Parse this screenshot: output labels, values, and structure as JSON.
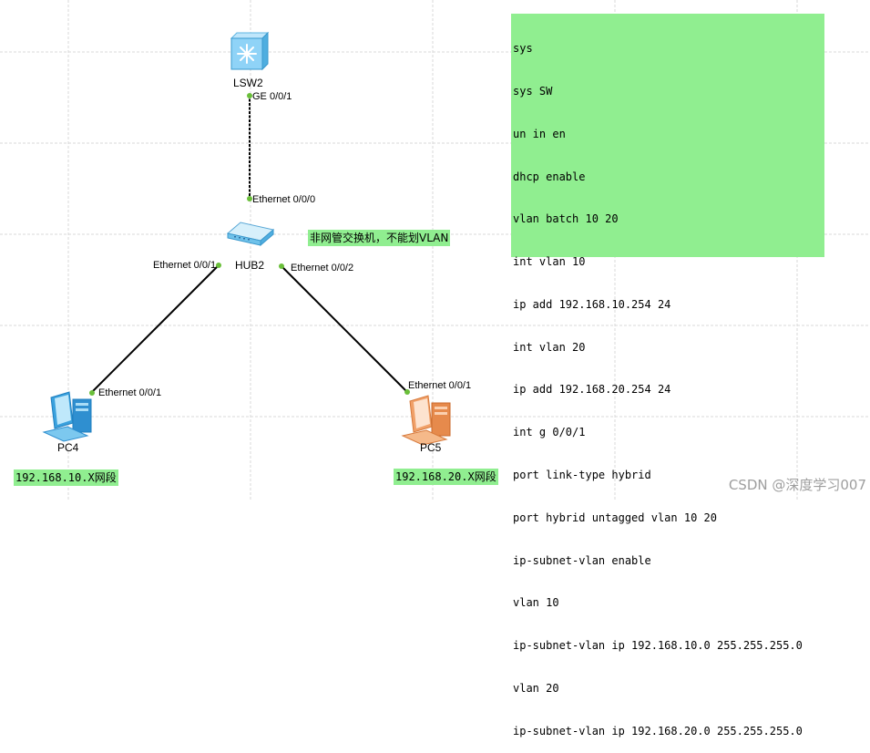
{
  "devices": {
    "switch": {
      "name": "LSW2",
      "port": "GE 0/0/1"
    },
    "hub": {
      "name": "HUB2",
      "port_up": "Ethernet 0/0/0",
      "port_left": "Ethernet 0/0/1",
      "port_right": "Ethernet 0/0/2"
    },
    "pc4": {
      "name": "PC4",
      "port": "Ethernet 0/0/1",
      "network": "192.168.10.X网段"
    },
    "pc5": {
      "name": "PC5",
      "port": "Ethernet 0/0/1",
      "network": "192.168.20.X网段"
    }
  },
  "hub_note": "非网管交换机，不能划VLAN",
  "config_lines": [
    "sys",
    "sys SW",
    "un in en",
    "dhcp enable",
    "vlan batch 10 20",
    "int vlan 10",
    "ip add 192.168.10.254 24",
    "int vlan 20",
    "ip add 192.168.20.254 24",
    "int g 0/0/1",
    "port link-type hybrid",
    "port hybrid untagged vlan 10 20",
    "ip-subnet-vlan enable",
    "vlan 10",
    "ip-subnet-vlan ip 192.168.10.0 255.255.255.0",
    "vlan 20",
    "ip-subnet-vlan ip 192.168.20.0 255.255.255.0"
  ],
  "watermark": "CSDN @深度学习007",
  "colors": {
    "note_bg": "#90ee90",
    "port_dot": "#6abf3a",
    "link": "#000000",
    "grid": "#d8d8d8"
  },
  "icons": {
    "switch": "switch-icon",
    "hub": "hub-icon",
    "pc4": "pc-blue-icon",
    "pc5": "pc-orange-icon"
  }
}
